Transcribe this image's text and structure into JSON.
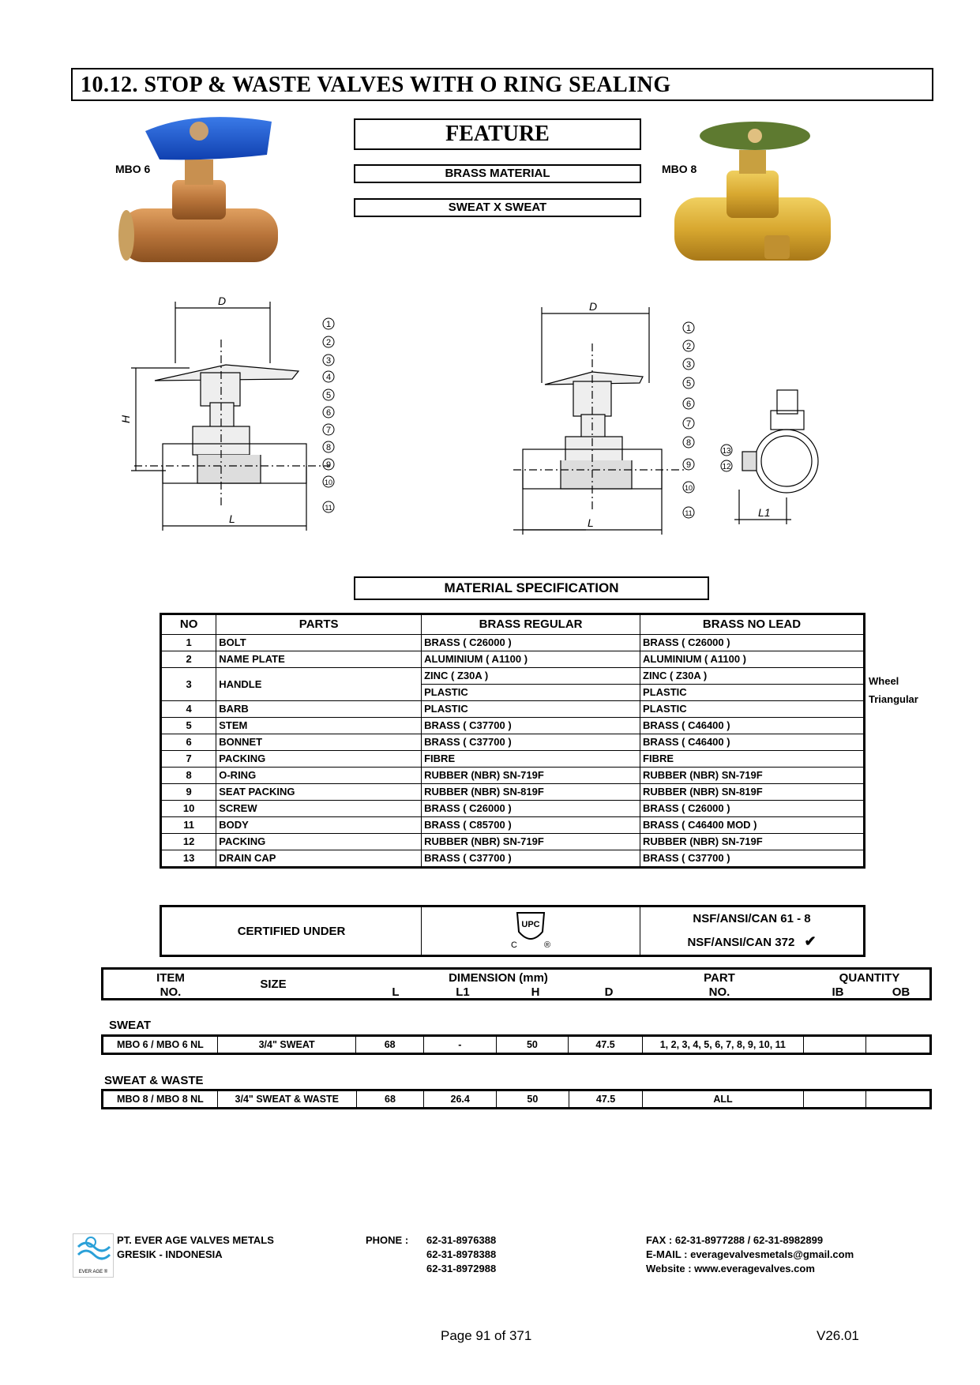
{
  "title": "10.12.  STOP & WASTE VALVES WITH O RING SEALING",
  "feature": {
    "heading": "FEATURE",
    "items": [
      "BRASS MATERIAL",
      "SWEAT X SWEAT"
    ]
  },
  "models": {
    "left": "MBO  6",
    "right": "MBO  8"
  },
  "drawing_labels": {
    "dim_d": "D",
    "dim_h": "H",
    "dim_l": "L",
    "dim_l1": "L1",
    "callouts_left": [
      "1",
      "2",
      "3",
      "4",
      "5",
      "6",
      "7",
      "8",
      "9",
      "10",
      "11"
    ],
    "callouts_mid": [
      "1",
      "2",
      "3",
      "5",
      "6",
      "7",
      "8",
      "9",
      "10",
      "11"
    ],
    "callouts_right": [
      "13",
      "12"
    ]
  },
  "material_spec": {
    "heading": "MATERIAL SPECIFICATION",
    "headers": [
      "NO",
      "PARTS",
      "BRASS REGULAR",
      "BRASS NO LEAD"
    ],
    "rows": [
      {
        "no": "1",
        "part": "BOLT",
        "regular": "BRASS ( C26000 )",
        "nolead": "BRASS ( C26000 )",
        "note": ""
      },
      {
        "no": "2",
        "part": "NAME PLATE",
        "regular": "ALUMINIUM  ( A1100 )",
        "nolead": "ALUMINIUM  ( A1100 )",
        "note": ""
      },
      {
        "no": "3",
        "part": "HANDLE",
        "regular": "ZINC ( Z30A )",
        "nolead": "ZINC ( Z30A )",
        "note": "Wheel"
      },
      {
        "no": "",
        "part": "",
        "regular": "PLASTIC",
        "nolead": "PLASTIC",
        "note": "Triangular"
      },
      {
        "no": "4",
        "part": "BARB",
        "regular": "PLASTIC",
        "nolead": "PLASTIC",
        "note": ""
      },
      {
        "no": "5",
        "part": "STEM",
        "regular": "BRASS ( C37700 )",
        "nolead": "BRASS ( C46400 )",
        "note": ""
      },
      {
        "no": "6",
        "part": "BONNET",
        "regular": "BRASS ( C37700 )",
        "nolead": "BRASS ( C46400 )",
        "note": ""
      },
      {
        "no": "7",
        "part": "PACKING",
        "regular": "FIBRE",
        "nolead": "FIBRE",
        "note": ""
      },
      {
        "no": "8",
        "part": "O-RING",
        "regular": "RUBBER (NBR) SN-719F",
        "nolead": "RUBBER (NBR) SN-719F",
        "note": ""
      },
      {
        "no": "9",
        "part": "SEAT PACKING",
        "regular": "RUBBER (NBR) SN-819F",
        "nolead": "RUBBER (NBR) SN-819F",
        "note": ""
      },
      {
        "no": "10",
        "part": "SCREW",
        "regular": "BRASS ( C26000 )",
        "nolead": "BRASS ( C26000 )",
        "note": ""
      },
      {
        "no": "11",
        "part": "BODY",
        "regular": "BRASS ( C85700 )",
        "nolead": "BRASS ( C46400 MOD )",
        "note": ""
      },
      {
        "no": "12",
        "part": "PACKING",
        "regular": "RUBBER (NBR) SN-719F",
        "nolead": "RUBBER (NBR) SN-719F",
        "note": ""
      },
      {
        "no": "13",
        "part": "DRAIN CAP",
        "regular": "BRASS ( C37700 )",
        "nolead": "BRASS ( C37700 )",
        "note": ""
      }
    ]
  },
  "certification": {
    "label": "CERTIFIED UNDER",
    "logo_text": "UPC",
    "logo_c": "C",
    "logo_r": "®",
    "standards": [
      "NSF/ANSI/CAN 61 - 8",
      "NSF/ANSI/CAN 372"
    ]
  },
  "dimension_table": {
    "headers": {
      "item_line1": "ITEM",
      "item_line2": "NO.",
      "size": "SIZE",
      "dimension": "DIMENSION (mm)",
      "l": "L",
      "l1": "L1",
      "h": "H",
      "d": "D",
      "part_line1": "PART",
      "part_line2": "NO.",
      "quantity": "QUANTITY",
      "ib": "IB",
      "ob": "OB"
    },
    "sections": [
      {
        "label": "SWEAT",
        "item": "MBO 6 / MBO 6 NL",
        "size": "3/4\" SWEAT",
        "l": "68",
        "l1": "-",
        "h": "50",
        "d": "47.5",
        "part": "1, 2, 3, 4, 5, 6, 7, 8, 9, 10, 11",
        "ib": "",
        "ob": ""
      },
      {
        "label": "SWEAT & WASTE",
        "item": "MBO 8 / MBO 8 NL",
        "size": "3/4\" SWEAT & WASTE",
        "l": "68",
        "l1": "26.4",
        "h": "50",
        "d": "47.5",
        "part": "ALL",
        "ib": "",
        "ob": ""
      }
    ]
  },
  "footer": {
    "company": "PT. EVER AGE VALVES METALS",
    "location": "GRESIK - INDONESIA",
    "logo_text": "EVER AGE ®",
    "phone_label": "PHONE :",
    "phones": [
      "62-31-8976388",
      "62-31-8978388",
      "62-31-8972988"
    ],
    "fax": "FAX  : 62-31-8977288 / 62-31-8982899",
    "email": "E-MAIL  : everagevalvesmetals@gmail.com",
    "website": "Website  : www.everagevalves.com"
  },
  "page": {
    "number": "Page 91 of 371",
    "version": "V26.01"
  }
}
